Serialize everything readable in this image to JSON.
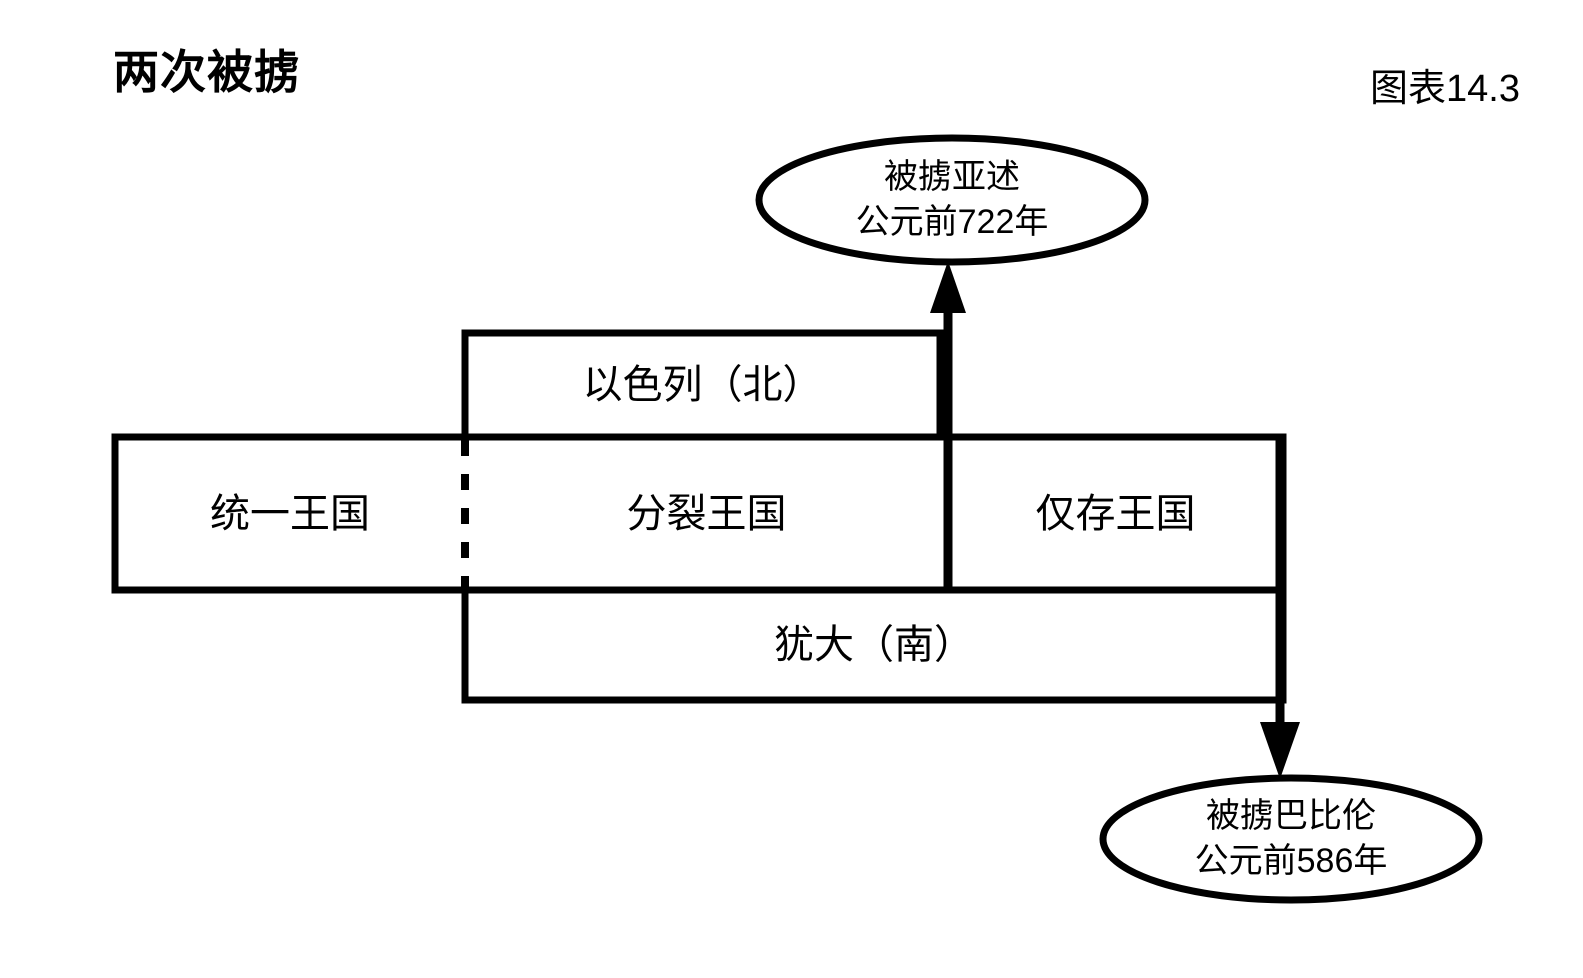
{
  "header": {
    "title": "两次被掳",
    "figure_number": "图表14.3"
  },
  "diagram": {
    "type": "timeline-block-diagram",
    "boxes": [
      {
        "id": "israel-north",
        "label": "以色列（北）"
      },
      {
        "id": "united-kingdom",
        "label": "统一王国"
      },
      {
        "id": "divided-kingdom",
        "label": "分裂王国"
      },
      {
        "id": "surviving-kingdom",
        "label": "仅存王国"
      },
      {
        "id": "judah-south",
        "label": "犹大（南）"
      }
    ],
    "callouts": [
      {
        "id": "assyrian-captivity",
        "line1": "被掳亚述",
        "line2": "公元前722年",
        "arrow": "up"
      },
      {
        "id": "babylonian-captivity",
        "line1": "被掳巴比伦",
        "line2": "公元前586年",
        "arrow": "down"
      }
    ],
    "colors": {
      "stroke": "#000000",
      "background": "#ffffff",
      "text": "#000000"
    }
  }
}
